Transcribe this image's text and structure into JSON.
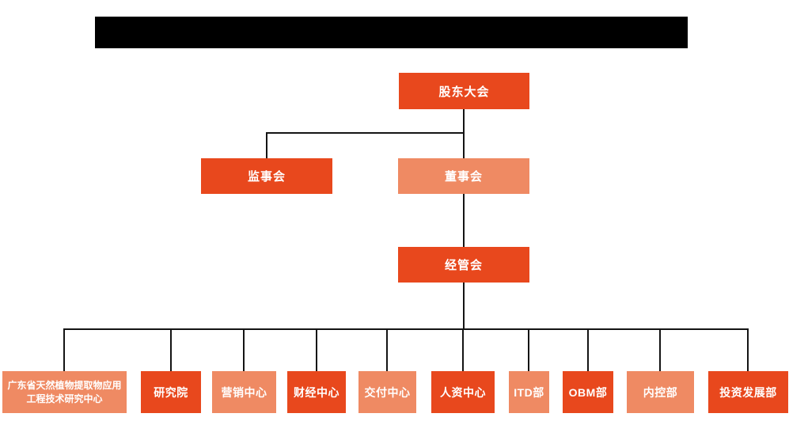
{
  "colors": {
    "primary": "#E8481D",
    "secondary": "#EF8A63",
    "line": "#141414",
    "text": "#FFFFFF",
    "redaction": "#000000"
  },
  "title_bar": {
    "redacted": true,
    "text": ""
  },
  "org": {
    "root": {
      "label": "股东大会",
      "variant": "primary"
    },
    "level2": [
      {
        "label": "监事会",
        "variant": "primary"
      },
      {
        "label": "董事会",
        "variant": "secondary"
      }
    ],
    "level3": {
      "label": "经管会",
      "variant": "primary"
    },
    "departments": [
      {
        "label": "广东省天然植物提取物应用工程技术研究中心",
        "variant": "secondary"
      },
      {
        "label": "研究院",
        "variant": "primary"
      },
      {
        "label": "营销中心",
        "variant": "secondary"
      },
      {
        "label": "财经中心",
        "variant": "primary"
      },
      {
        "label": "交付中心",
        "variant": "secondary"
      },
      {
        "label": "人资中心",
        "variant": "primary"
      },
      {
        "label": "ITD部",
        "variant": "secondary"
      },
      {
        "label": "OBM部",
        "variant": "primary"
      },
      {
        "label": "内控部",
        "variant": "secondary"
      },
      {
        "label": "投资发展部",
        "variant": "primary"
      }
    ]
  }
}
